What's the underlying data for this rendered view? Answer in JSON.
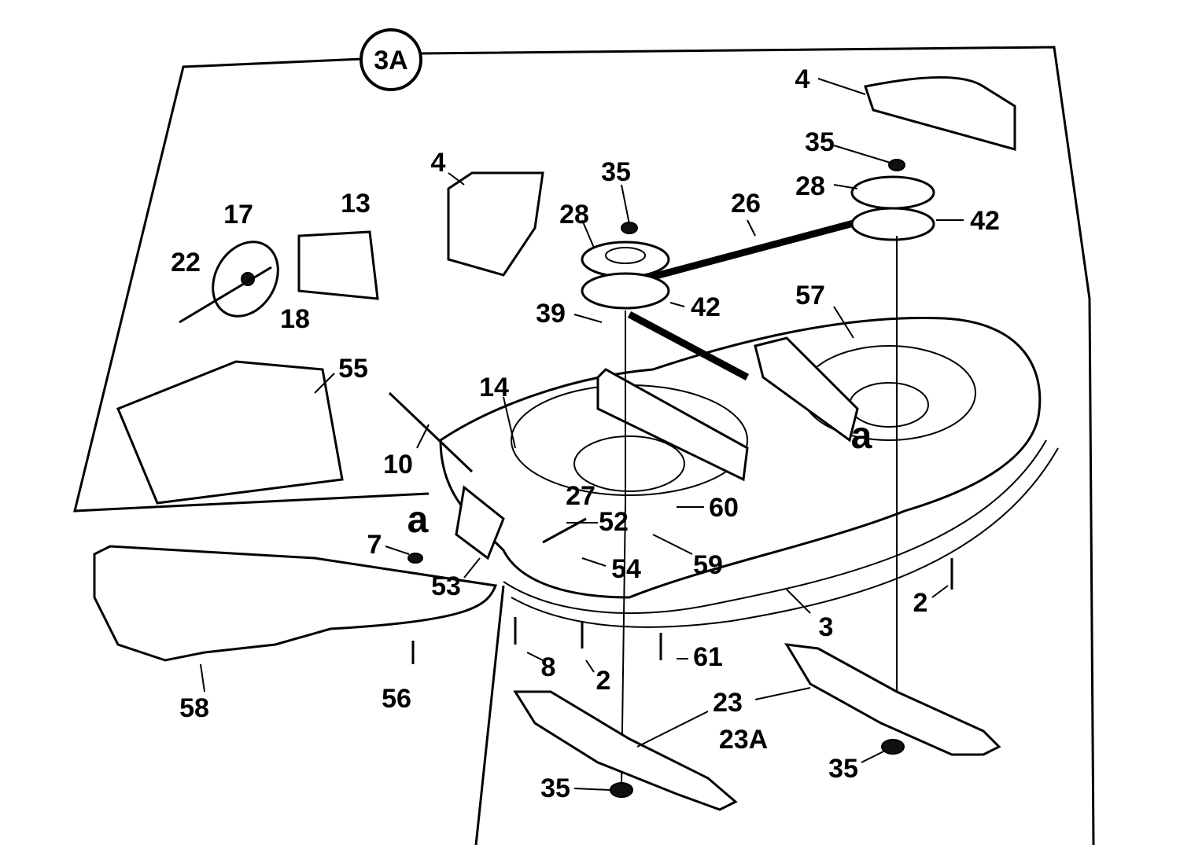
{
  "diagram": {
    "section_id": "3A",
    "callouts": [
      "4",
      "35",
      "28",
      "26",
      "42",
      "4",
      "35",
      "28",
      "13",
      "17",
      "22",
      "18",
      "42",
      "39",
      "57",
      "55",
      "14",
      "10",
      "27",
      "60",
      "52",
      "7",
      "59",
      "54",
      "53",
      "2",
      "3",
      "61",
      "8",
      "2",
      "56",
      "58",
      "23",
      "23A",
      "35",
      "35"
    ],
    "reference_marks": [
      "a",
      "a"
    ],
    "colors": {
      "ink": "#000000",
      "paper": "#ffffff"
    }
  }
}
